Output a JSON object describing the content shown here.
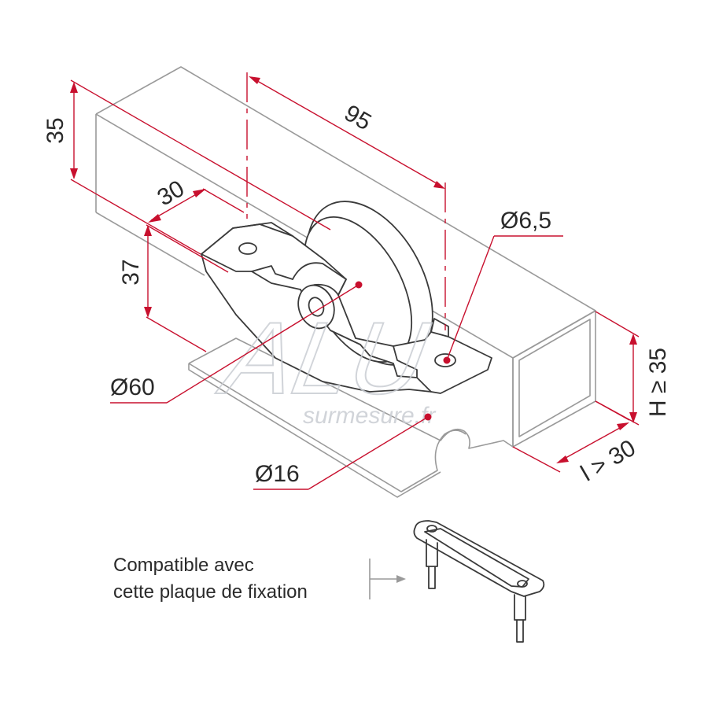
{
  "dimensions": {
    "height_35": "35",
    "width_30": "30",
    "length_95": "95",
    "offset_37": "37",
    "hole_diameter": "Ø6,5",
    "wheel_diameter": "Ø60",
    "groove_diameter": "Ø16",
    "rail_height": "H ≥ 35",
    "rail_width": "l > 30"
  },
  "note": {
    "line1": "Compatible avec",
    "line2": "cette plaque de fixation"
  },
  "watermark": {
    "brand": "ALU",
    "sub": "surmesure.fr"
  },
  "colors": {
    "dimension": "#c8102e",
    "outline": "#3a3a3a",
    "profile": "#9a9a9a",
    "watermark": "#c9cdd3"
  }
}
